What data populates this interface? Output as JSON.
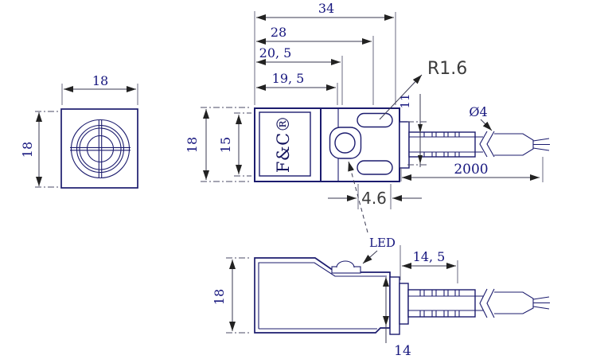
{
  "colors": {
    "geometry_line": "#1c1c6e",
    "dimension_line": "#3a3a52",
    "dimension_text": "#16167e",
    "callout_text": "#3c3c3c",
    "background": "#ffffff"
  },
  "labels": {
    "front_width": "18",
    "front_height": "18",
    "overall_length": "34",
    "body_length": "28",
    "len_20_5": "20, 5",
    "len_19_5": "19, 5",
    "body_height": "18",
    "label_window_height": "15",
    "gland_height": "11",
    "cable_diameter": "Ø4",
    "cable_length": "2000",
    "slot_radius": "R1.6",
    "sensor_offset": "4.6",
    "led": "LED",
    "brand": "F&C®",
    "bottom_height": "18",
    "gland_length": "14, 5",
    "tail_height": "14"
  }
}
